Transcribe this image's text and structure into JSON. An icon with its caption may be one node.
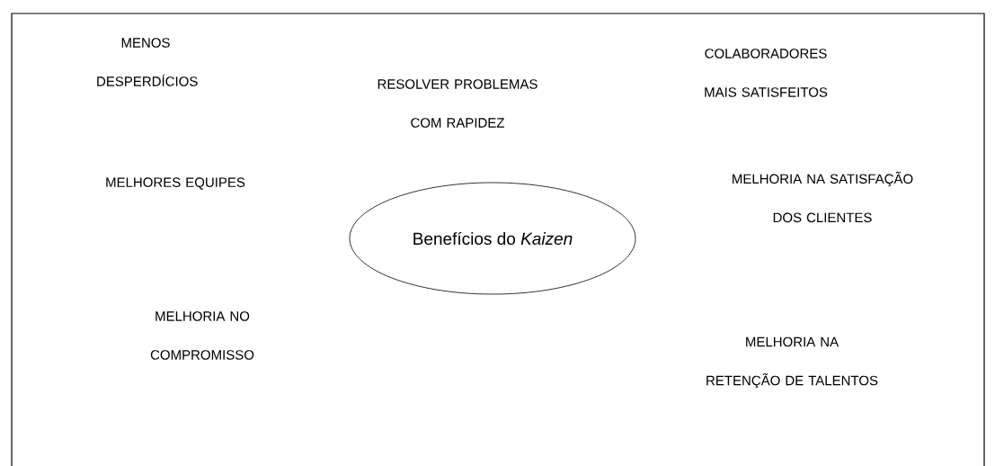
{
  "diagram": {
    "nodes": [
      {
        "text": [
          "Benefícios do *Kaizen*"
        ]
      }
    ],
    "labels": [
      "MENOS DESPERDÍCIOS",
      "RESOLVER PROBLEMAS COM RAPIDEZ",
      "COLABORADORES MAIS SATISFEITOS",
      "MELHORES EQUIPES",
      "MELHORIA NA SATISFAÇÃO DOS CLIENTES",
      "MELHORIA NO COMPROMISSO",
      "MELHORIA NA RETENÇÃO DE TALENTOS"
    ]
  }
}
